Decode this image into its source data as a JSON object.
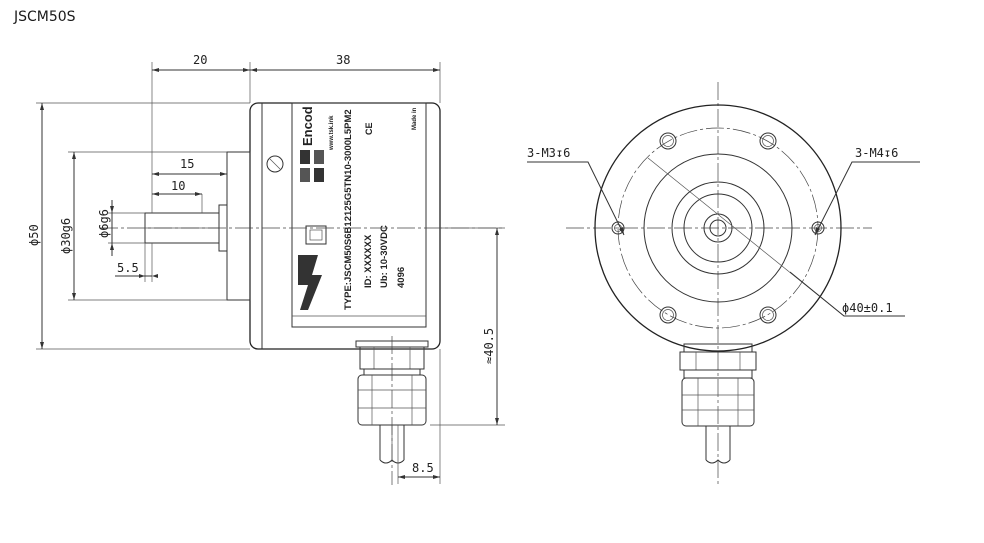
{
  "title": "JSCM50S",
  "dims": {
    "shaft_len": "20",
    "body_len": "38",
    "len15": "15",
    "len10": "10",
    "dia50": "ϕ50",
    "dia30": "ϕ30g6",
    "dia6": "ϕ6g6",
    "len55": "5.5",
    "h405": "≈40.5",
    "w85": "8.5",
    "m3": "3-M3↧6",
    "m4": "3-M4↧6",
    "pcd": "ϕ40±0.1"
  },
  "label": {
    "brand": "Encod",
    "web": "www.tsk.ink",
    "type": "TYPE:JSCM50S6B12125G5TN10-3000L5PM2",
    "id": "ID:  XXXXXX",
    "ub": "Ub:  10-30VDC",
    "res": "4096",
    "ce": "CE",
    "side": "Made in"
  }
}
